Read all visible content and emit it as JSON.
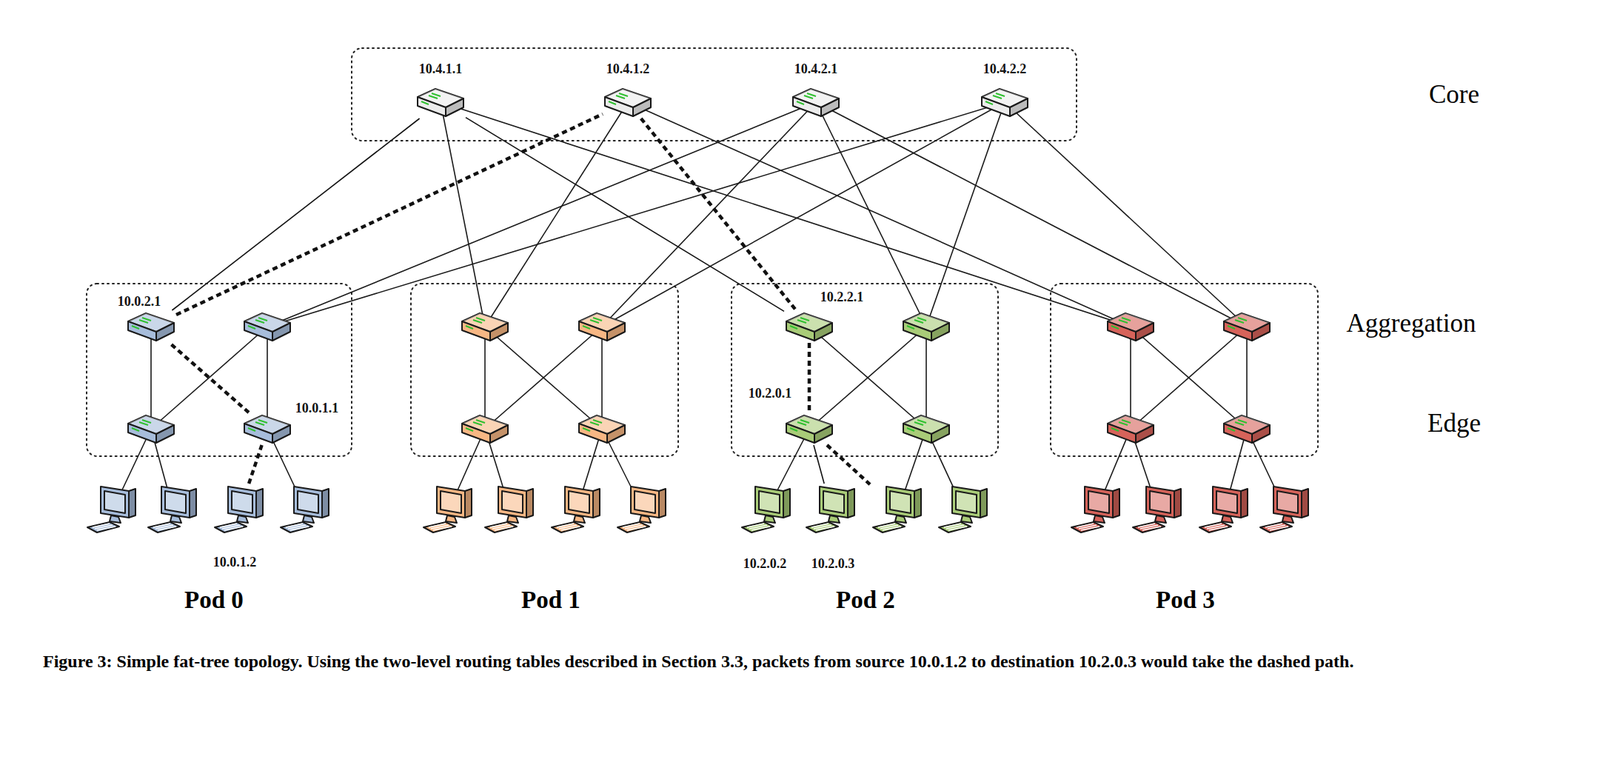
{
  "diagram": {
    "caption": "Figure 3: Simple fat-tree topology. Using the two-level routing tables described in Section 3.3, packets from source 10.0.1.2 to destination 10.2.0.3 would take the dashed path.",
    "nodes": [
      {
        "text": [
          "10.4.1.1"
        ]
      },
      {
        "text": [
          "10.4.1.2"
        ]
      },
      {
        "text": [
          "10.4.2.1"
        ]
      },
      {
        "text": [
          "10.4.2.2"
        ]
      },
      {
        "text": [
          "10.0.2.1"
        ]
      },
      {
        "text": [
          "10.2.2.1"
        ]
      },
      {
        "text": [
          "10.0.1.1"
        ]
      },
      {
        "text": [
          "10.2.0.1"
        ]
      },
      {
        "text": [
          "10.0.1.2"
        ]
      },
      {
        "text": [
          "10.2.0.2"
        ]
      },
      {
        "text": [
          "10.2.0.3"
        ]
      }
    ],
    "edges": [
      {
        "from": 8,
        "to": 6,
        "arrow": "none"
      },
      {
        "from": 6,
        "to": 4,
        "arrow": "none"
      },
      {
        "from": 4,
        "to": 1,
        "arrow": "none"
      },
      {
        "from": 1,
        "to": 5,
        "arrow": "none"
      },
      {
        "from": 5,
        "to": 7,
        "arrow": "none"
      },
      {
        "from": 7,
        "to": 10,
        "arrow": "none"
      },
      {
        "from": 0,
        "to": 4,
        "arrow": "none"
      },
      {
        "from": 0,
        "to": 5,
        "arrow": "none"
      },
      {
        "from": 7,
        "to": 9,
        "arrow": "none"
      }
    ],
    "labels": [
      "Core",
      "Aggregation",
      "Edge",
      "Pod 0",
      "Pod 1",
      "Pod 2",
      "Pod 3"
    ]
  }
}
